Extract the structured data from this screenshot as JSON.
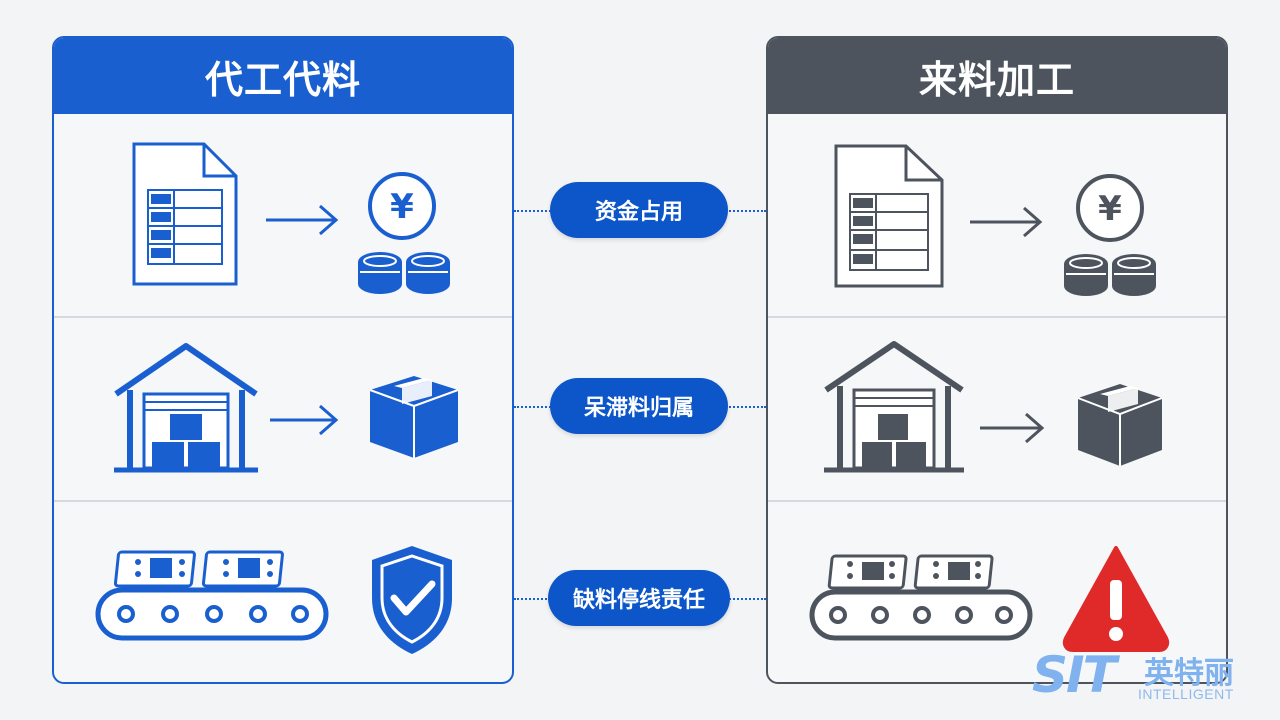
{
  "left_panel": {
    "title": "代工代料",
    "color": "#1a5fd0",
    "rows": [
      {
        "left_icon": "document-table-icon",
        "right_icon": "yen-coins-icon"
      },
      {
        "left_icon": "warehouse-icon",
        "right_icon": "box-icon"
      },
      {
        "left_icon": "conveyor-pcb-icon",
        "right_icon": "shield-check-icon"
      }
    ]
  },
  "right_panel": {
    "title": "来料加工",
    "color": "#4d545e",
    "rows": [
      {
        "left_icon": "document-table-icon",
        "right_icon": "yen-coins-icon"
      },
      {
        "left_icon": "warehouse-icon",
        "right_icon": "box-icon"
      },
      {
        "left_icon": "conveyor-pcb-icon",
        "right_icon": "warning-icon"
      }
    ]
  },
  "comparisons": [
    {
      "label": "资金占用"
    },
    {
      "label": "呆滞料归属"
    },
    {
      "label": "缺料停线责任"
    }
  ],
  "logo": {
    "mark": "SIT",
    "cn": "英特丽",
    "en": "INTELLIGENT"
  },
  "colors": {
    "blue": "#1a5fd0",
    "gray": "#4d545e",
    "warning_red": "#e02a2a"
  }
}
